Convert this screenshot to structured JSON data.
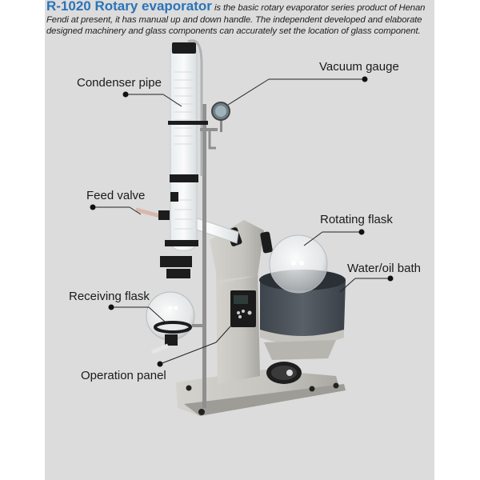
{
  "header": {
    "title": "R-1020 Rotary evaporator",
    "description": " is the basic rotary evaporator series product of Henan Fendi at present, it has manual up and down handle. The independent developed and elaborate designed machinery and glass components can accurately set the location of glass component."
  },
  "labels": {
    "condenser_pipe": "Condenser pipe",
    "vacuum_gauge": "Vacuum gauge",
    "feed_valve": "Feed valve",
    "rotating_flask": "Rotating flask",
    "water_oil_bath": "Water/oil bath",
    "receiving_flask": "Receiving flask",
    "operation_panel": "Operation panel"
  },
  "colors": {
    "title": "#2b73b8",
    "panel_background": "#dcdcdc",
    "device_body": "#c8c6c0",
    "bath": "#4a5058"
  }
}
